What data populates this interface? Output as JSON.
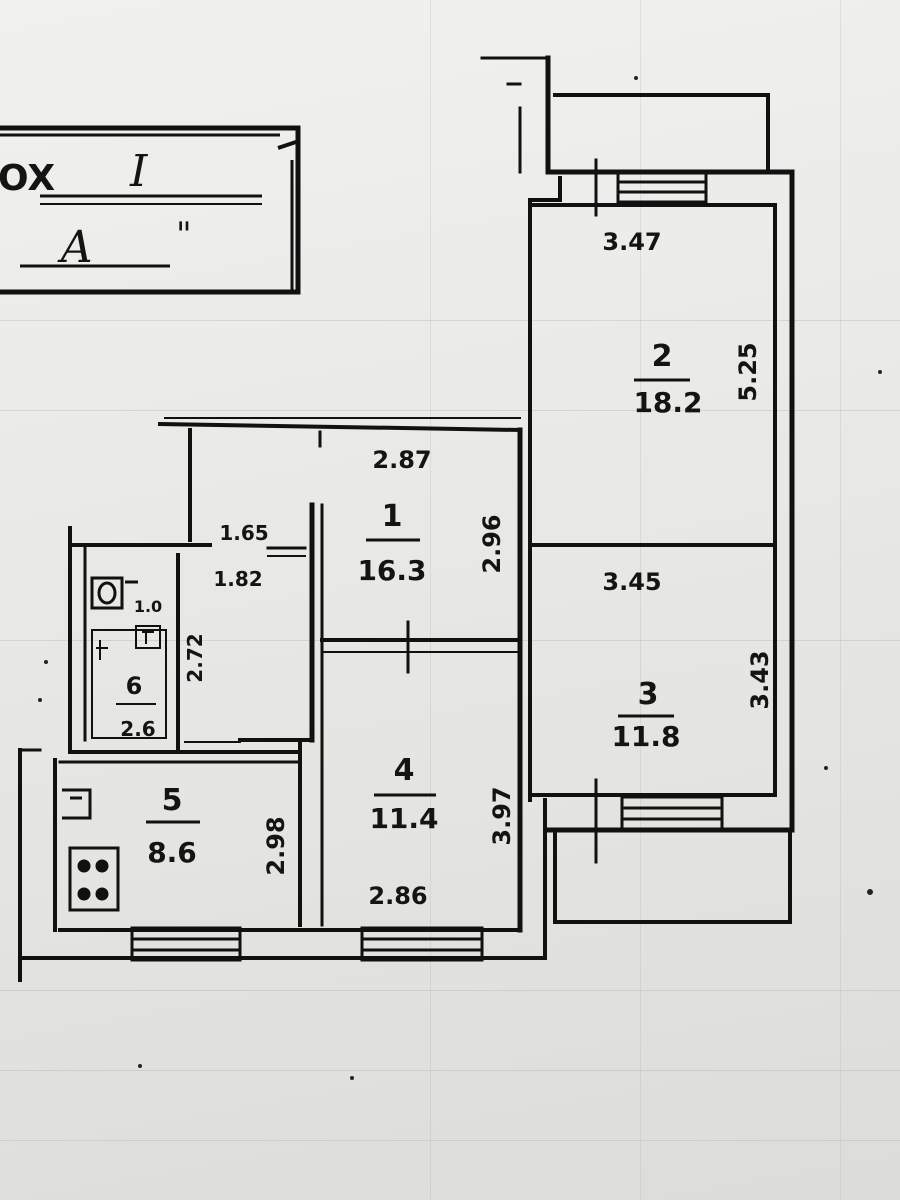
{
  "stamp": {
    "line1_prefix": "OX",
    "line1_value": "I",
    "line2_value": "А",
    "line2_mark": "\""
  },
  "rooms": [
    {
      "number": "1",
      "area": "16.3"
    },
    {
      "number": "2",
      "area": "18.2"
    },
    {
      "number": "3",
      "area": "11.8"
    },
    {
      "number": "4",
      "area": "11.4"
    },
    {
      "number": "5",
      "area": "8.6"
    },
    {
      "number": "6",
      "area": "2.6"
    }
  ],
  "dimensions": {
    "room2_width": "3.47",
    "room2_length": "5.25",
    "room3_width": "3.45",
    "room3_length": "3.43",
    "room1_width": "2.87",
    "room1_length": "2.96",
    "hall_width": "1.65",
    "hall_width2": "1.82",
    "hall_length": "2.72",
    "wc_width": "1.0",
    "room4_length": "3.97",
    "room4_width": "2.86",
    "room5_length": "2.98"
  }
}
